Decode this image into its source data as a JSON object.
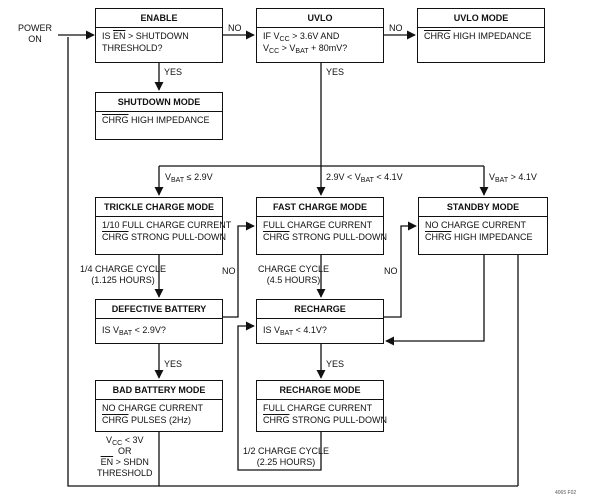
{
  "power_on": [
    "POWER",
    "ON"
  ],
  "boxes": {
    "enable": {
      "title": "ENABLE",
      "lines": [
        [
          "IS ",
          {
            "o": "EN"
          },
          " > SHUTDOWN"
        ],
        [
          "THRESHOLD?"
        ]
      ]
    },
    "uvlo": {
      "title": "UVLO",
      "lines": [
        [
          "IF V",
          {
            "s": "CC"
          },
          " > 3.6V AND"
        ],
        [
          "V",
          {
            "s": "CC"
          },
          " > V",
          {
            "s": "BAT"
          },
          " + 80mV?"
        ]
      ]
    },
    "uvlo_mode": {
      "title": "UVLO MODE",
      "lines": [
        [
          {
            "o": "CHRG"
          },
          " HIGH IMPEDANCE"
        ]
      ]
    },
    "shutdown": {
      "title": "SHUTDOWN MODE",
      "lines": [
        [
          {
            "o": "CHRG"
          },
          " HIGH IMPEDANCE"
        ]
      ]
    },
    "trickle": {
      "title": "TRICKLE CHARGE MODE",
      "lines": [
        [
          "1/10 FULL CHARGE CURRENT"
        ],
        [
          {
            "o": "CHRG"
          },
          " STRONG PULL-DOWN"
        ]
      ]
    },
    "fast": {
      "title": "FAST CHARGE MODE",
      "lines": [
        [
          "FULL CHARGE CURRENT"
        ],
        [
          {
            "o": "CHRG"
          },
          " STRONG PULL-DOWN"
        ]
      ]
    },
    "standby": {
      "title": "STANDBY MODE",
      "lines": [
        [
          "NO CHARGE CURRENT"
        ],
        [
          {
            "o": "CHRG"
          },
          " HIGH IMPEDANCE"
        ]
      ]
    },
    "defective": {
      "title": "DEFECTIVE BATTERY",
      "lines": [
        [
          "IS V",
          {
            "s": "BAT"
          },
          " < 2.9V?"
        ]
      ]
    },
    "recharge": {
      "title": "RECHARGE",
      "lines": [
        [
          "IS V",
          {
            "s": "BAT"
          },
          " < 4.1V?"
        ]
      ]
    },
    "bad_battery": {
      "title": "BAD BATTERY MODE",
      "lines": [
        [
          "NO CHARGE CURRENT"
        ],
        [
          {
            "o": "CHRG"
          },
          " PULSES (2Hz)"
        ]
      ]
    },
    "recharge_mode": {
      "title": "RECHARGE MODE",
      "lines": [
        [
          "FULL CHARGE CURRENT"
        ],
        [
          {
            "o": "CHRG"
          },
          " STRONG PULL-DOWN"
        ]
      ]
    }
  },
  "edge_labels": {
    "no_enable": [
      [
        "NO"
      ]
    ],
    "no_uvlo": [
      [
        "NO"
      ]
    ],
    "yes_enable": [
      [
        "YES"
      ]
    ],
    "yes_uvlo": [
      [
        "YES"
      ]
    ],
    "vbat_low": [
      [
        "V",
        {
          "s": "BAT"
        },
        " ≤ 2.9V"
      ]
    ],
    "vbat_mid": [
      [
        "2.9V < V",
        {
          "s": "BAT"
        },
        " < 4.1V"
      ]
    ],
    "vbat_high": [
      [
        "V",
        {
          "s": "BAT"
        },
        " > 4.1V"
      ]
    ],
    "quarter_cycle": [
      [
        "1/4 CHARGE CYCLE"
      ],
      [
        "(1.125 HOURS)"
      ]
    ],
    "no_defective": [
      [
        "NO"
      ]
    ],
    "charge_cycle": [
      [
        "CHARGE CYCLE"
      ],
      [
        "(4.5 HOURS)"
      ]
    ],
    "no_recharge": [
      [
        "NO"
      ]
    ],
    "yes_defective": [
      [
        "YES"
      ]
    ],
    "yes_recharge": [
      [
        "YES"
      ]
    ],
    "vcc_condition": [
      [
        "V",
        {
          "s": "CC"
        },
        " < 3V"
      ],
      [
        "OR"
      ],
      [
        {
          "o": "EN"
        },
        " > SHDN"
      ],
      [
        "THRESHOLD"
      ]
    ],
    "half_cycle": [
      [
        "1/2 CHARGE CYCLE"
      ],
      [
        "(2.25 HOURS)"
      ]
    ]
  },
  "figure_id": "4065 F02"
}
